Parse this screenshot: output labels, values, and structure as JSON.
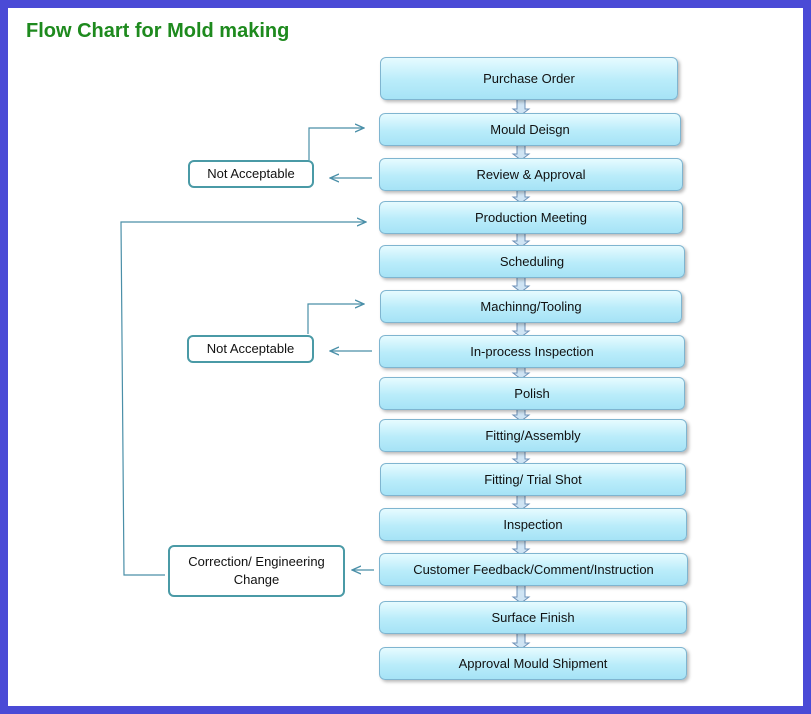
{
  "title": "Flow Chart for Mold making",
  "steps": [
    "Purchase Order",
    "Mould Deisgn",
    "Review & Approval",
    "Production Meeting",
    "Scheduling",
    "Machinng/Tooling",
    "In-process Inspection",
    "Polish",
    "Fitting/Assembly",
    "Fitting/ Trial Shot",
    "Inspection",
    "Customer  Feedback/Comment/Instruction",
    "Surface Finish",
    "Approval Mould Shipment"
  ],
  "side_boxes": {
    "not_acceptable_1": "Not Acceptable",
    "not_acceptable_2": "Not Acceptable",
    "correction": "Correction/ Engineering Change"
  },
  "colors": {
    "frame": "#4a4ad6",
    "title": "#1e8a1e",
    "step_fill": "#b9ecfa",
    "side_border": "#4a9aa6",
    "connector": "#4a8fa8"
  }
}
